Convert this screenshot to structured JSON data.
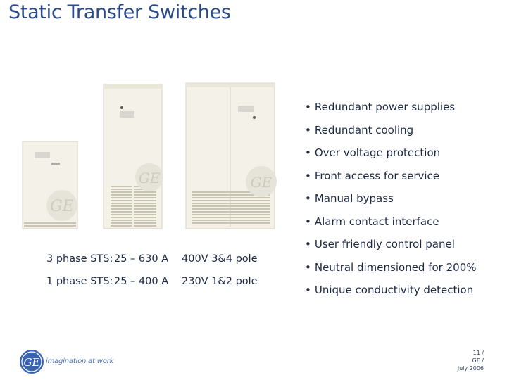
{
  "title": "Static Transfer Switches",
  "bullets": [
    "Redundant power supplies",
    "Redundant cooling",
    "Over voltage protection",
    "Front access for service",
    "Manual bypass",
    "Alarm contact interface",
    "User friendly control panel",
    "Neutral dimensioned for 200%",
    "Unique conductivity detection"
  ],
  "specs": [
    {
      "phase": "3 phase STS:",
      "range": "25 – 630 A",
      "voltage": "400V 3&4 pole"
    },
    {
      "phase": "1 phase STS:",
      "range": "25 – 400 A",
      "voltage": "230V 1&2 pole"
    }
  ],
  "logo": {
    "letters": "GE"
  },
  "tagline": "imagination at work",
  "footer": {
    "page": "11 /",
    "company": "GE /",
    "date": "July 2006"
  },
  "colors": {
    "title": "#2a4a8a",
    "logo": "#3a64b0",
    "cabinet": "#f4f2e8"
  }
}
